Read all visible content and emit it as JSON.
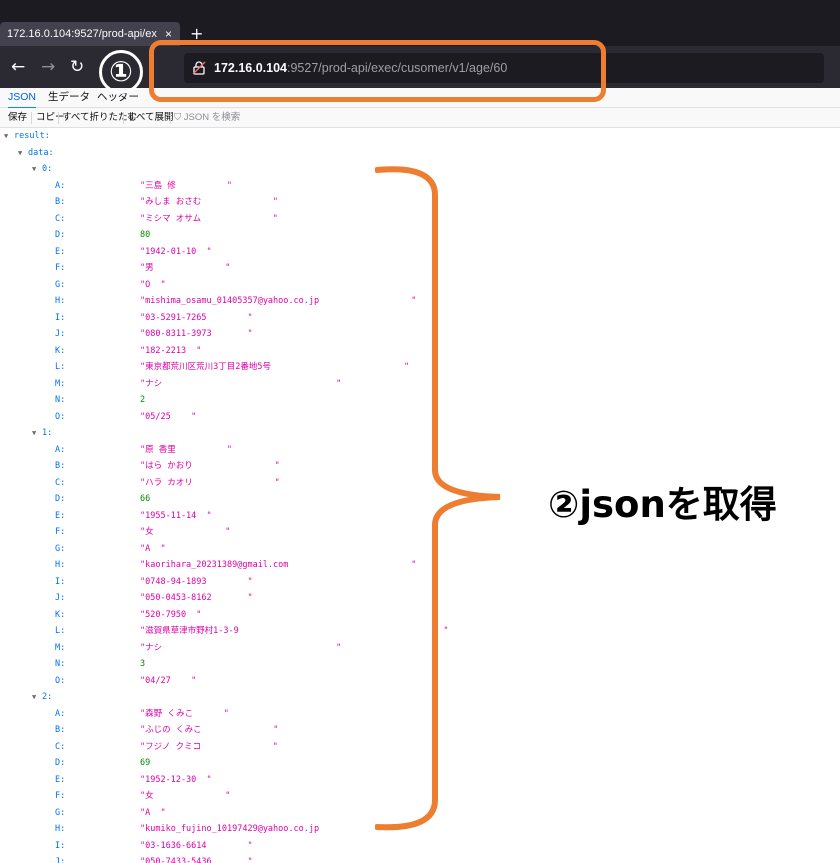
{
  "browser": {
    "tab_title": "172.16.0.104:9527/prod-api/exec/cusomer/v1/age/60",
    "tab_close": "×",
    "new_tab": "+",
    "url_host": "172.16.0.104",
    "url_rest": ":9527/prod-api/exec/cusomer/v1/age/60"
  },
  "viewer": {
    "tabs": [
      "JSON",
      "生データ",
      "ヘッダー"
    ],
    "toolbar": [
      "保存",
      "コピー",
      "すべて折りたたむ",
      "すべて展開"
    ],
    "filter_placeholder": "JSON を検索"
  },
  "json": {
    "root_key": "result:",
    "data_key": "data:",
    "records": [
      {
        "index": "0:",
        "fields": [
          {
            "k": "A:",
            "v": "\"三島 修          \"",
            "t": "s"
          },
          {
            "k": "B:",
            "v": "\"みしま おさむ              \"",
            "t": "s"
          },
          {
            "k": "C:",
            "v": "\"ミシマ オサム              \"",
            "t": "s"
          },
          {
            "k": "D:",
            "v": "80",
            "t": "n"
          },
          {
            "k": "E:",
            "v": "\"1942-01-10  \"",
            "t": "s"
          },
          {
            "k": "F:",
            "v": "\"男              \"",
            "t": "s"
          },
          {
            "k": "G:",
            "v": "\"O  \"",
            "t": "s"
          },
          {
            "k": "H:",
            "v": "\"mishima_osamu_01405357@yahoo.co.jp                  \"",
            "t": "s"
          },
          {
            "k": "I:",
            "v": "\"03-5291-7265        \"",
            "t": "s"
          },
          {
            "k": "J:",
            "v": "\"080-8311-3973       \"",
            "t": "s"
          },
          {
            "k": "K:",
            "v": "\"182-2213  \"",
            "t": "s"
          },
          {
            "k": "L:",
            "v": "\"東京都荒川区荒川3丁目2番地5号                          \"",
            "t": "s"
          },
          {
            "k": "M:",
            "v": "\"ナシ                                  \"",
            "t": "s"
          },
          {
            "k": "N:",
            "v": "2",
            "t": "n"
          },
          {
            "k": "O:",
            "v": "\"05/25    \"",
            "t": "s"
          }
        ]
      },
      {
        "index": "1:",
        "fields": [
          {
            "k": "A:",
            "v": "\"原 香里          \"",
            "t": "s"
          },
          {
            "k": "B:",
            "v": "\"はら かおり                \"",
            "t": "s"
          },
          {
            "k": "C:",
            "v": "\"ハラ カオリ                \"",
            "t": "s"
          },
          {
            "k": "D:",
            "v": "66",
            "t": "n"
          },
          {
            "k": "E:",
            "v": "\"1955-11-14  \"",
            "t": "s"
          },
          {
            "k": "F:",
            "v": "\"女              \"",
            "t": "s"
          },
          {
            "k": "G:",
            "v": "\"A  \"",
            "t": "s"
          },
          {
            "k": "H:",
            "v": "\"kaorihara_20231389@gmail.com                        \"",
            "t": "s"
          },
          {
            "k": "I:",
            "v": "\"0748-94-1893        \"",
            "t": "s"
          },
          {
            "k": "J:",
            "v": "\"050-0453-8162       \"",
            "t": "s"
          },
          {
            "k": "K:",
            "v": "\"520-7950  \"",
            "t": "s"
          },
          {
            "k": "L:",
            "v": "\"滋賀県草津市野村1-3-9                                        \"",
            "t": "s"
          },
          {
            "k": "M:",
            "v": "\"ナシ                                  \"",
            "t": "s"
          },
          {
            "k": "N:",
            "v": "3",
            "t": "n"
          },
          {
            "k": "O:",
            "v": "\"04/27    \"",
            "t": "s"
          }
        ]
      },
      {
        "index": "2:",
        "fields": [
          {
            "k": "A:",
            "v": "\"森野 くみこ      \"",
            "t": "s"
          },
          {
            "k": "B:",
            "v": "\"ふじの くみこ              \"",
            "t": "s"
          },
          {
            "k": "C:",
            "v": "\"フジノ クミコ              \"",
            "t": "s"
          },
          {
            "k": "D:",
            "v": "69",
            "t": "n"
          },
          {
            "k": "E:",
            "v": "\"1952-12-30  \"",
            "t": "s"
          },
          {
            "k": "F:",
            "v": "\"女              \"",
            "t": "s"
          },
          {
            "k": "G:",
            "v": "\"A  \"",
            "t": "s"
          },
          {
            "k": "H:",
            "v": "\"kumiko_fujino_10197429@yahoo.co.jp                  \"",
            "t": "s"
          },
          {
            "k": "I:",
            "v": "\"03-1636-6614        \"",
            "t": "s"
          },
          {
            "k": "J:",
            "v": "\"050-7433-5436       \"",
            "t": "s"
          }
        ]
      }
    ]
  },
  "annotations": {
    "step1": "①",
    "step2": "②jsonを取得",
    "color": "#ed7d31"
  }
}
